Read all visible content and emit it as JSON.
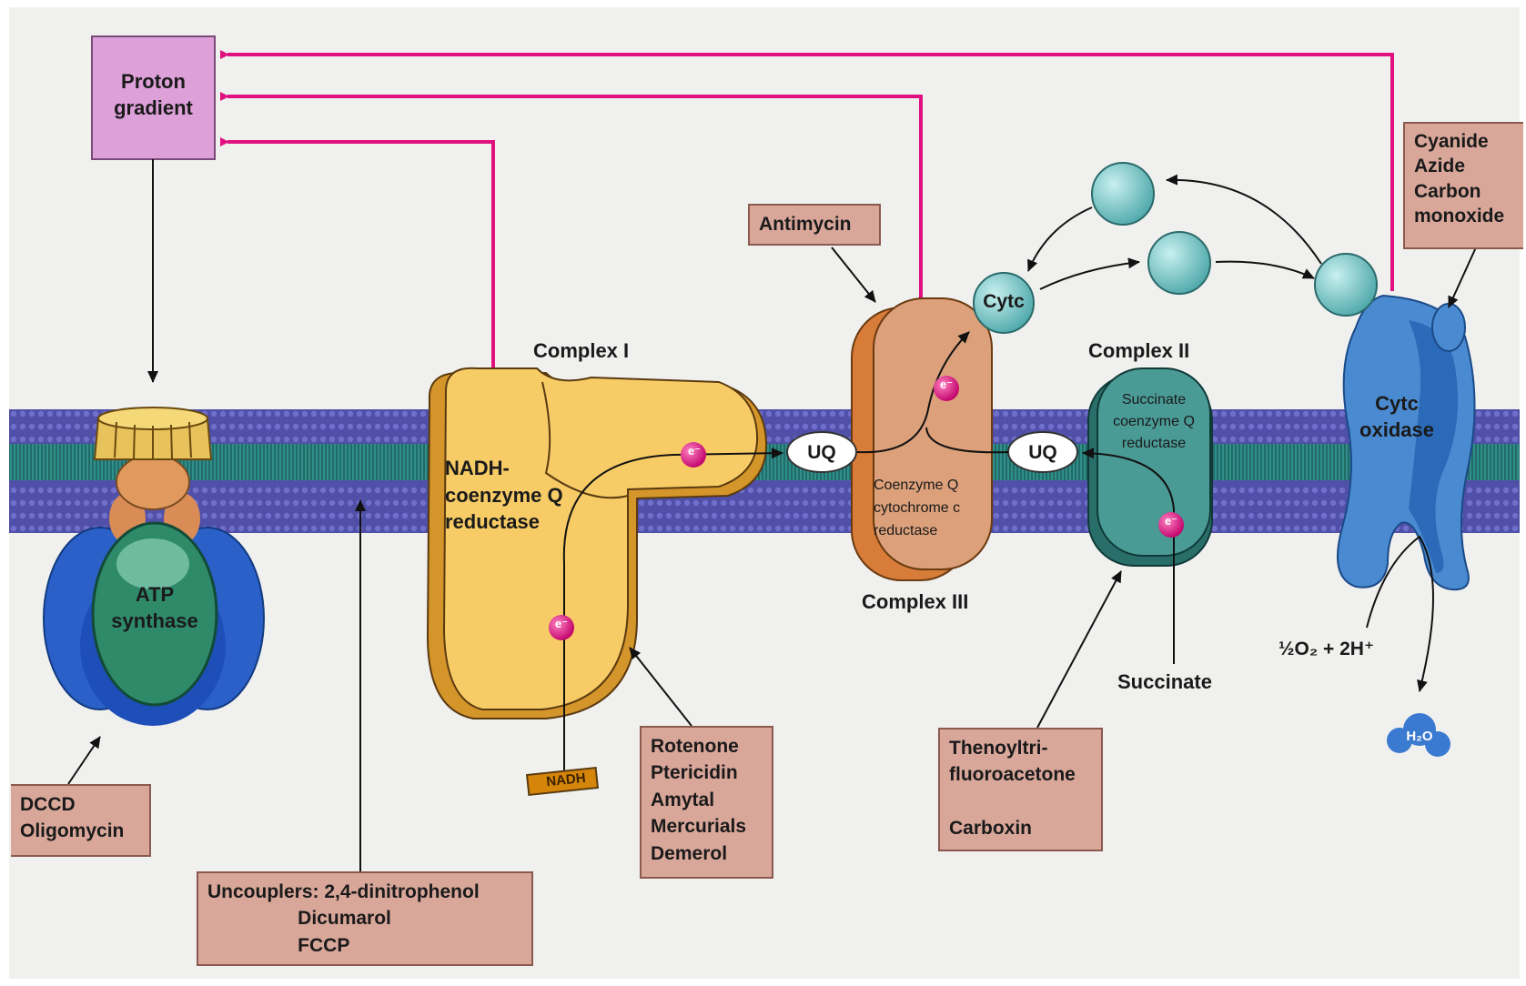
{
  "proton_gradient": "Proton\ngradient",
  "complexes": {
    "complex_i": "Complex I",
    "complex_ii": "Complex II",
    "complex_iii": "Complex III",
    "nadh_reductase": "NADH-\ncoenzyme Q\nreductase",
    "cytochrome_reductase": "Coenzyme Q\ncytochrome c\nreductase",
    "succinate_reductase": "Succinate\ncoenzyme Q\nreductase",
    "atp_synthase": "ATP\nsynthase",
    "cytc_oxidase": "Cytc\noxidase"
  },
  "molecules": {
    "uq": "UQ",
    "cytc": "Cytc",
    "electron": "e⁻",
    "nadh": "NADH",
    "succinate": "Succinate",
    "oxygen": "½O₂ + 2H⁺",
    "water": "H₂O"
  },
  "inhibitors": {
    "antimycin": "Antimycin",
    "cyanide_group": "Cyanide\nAzide\nCarbon\nmonoxide",
    "rotenone_group": "Rotenone\nPtericidin\nAmytal\nMercurials\nDemerol",
    "thenoyl_group": "Thenoyltri-\nfluoroacetone\n\nCarboxin",
    "dccd_group": "DCCD\nOligomycin",
    "uncouplers": "Uncouplers: 2,4-dinitrophenol\n                 Dicumarol\n                 FCCP"
  },
  "colors": {
    "proton_arrow": "#e0107e",
    "membrane": "#5a5ab8",
    "membrane_band": "#3a9a9a",
    "complex_i": "#f5c860",
    "complex_iii": "#d98c55",
    "complex_ii": "#3e8a86",
    "oxidase": "#5a9ad8",
    "cytc": "#7fcfd0",
    "inhibitor_box": "#d9a79a"
  }
}
